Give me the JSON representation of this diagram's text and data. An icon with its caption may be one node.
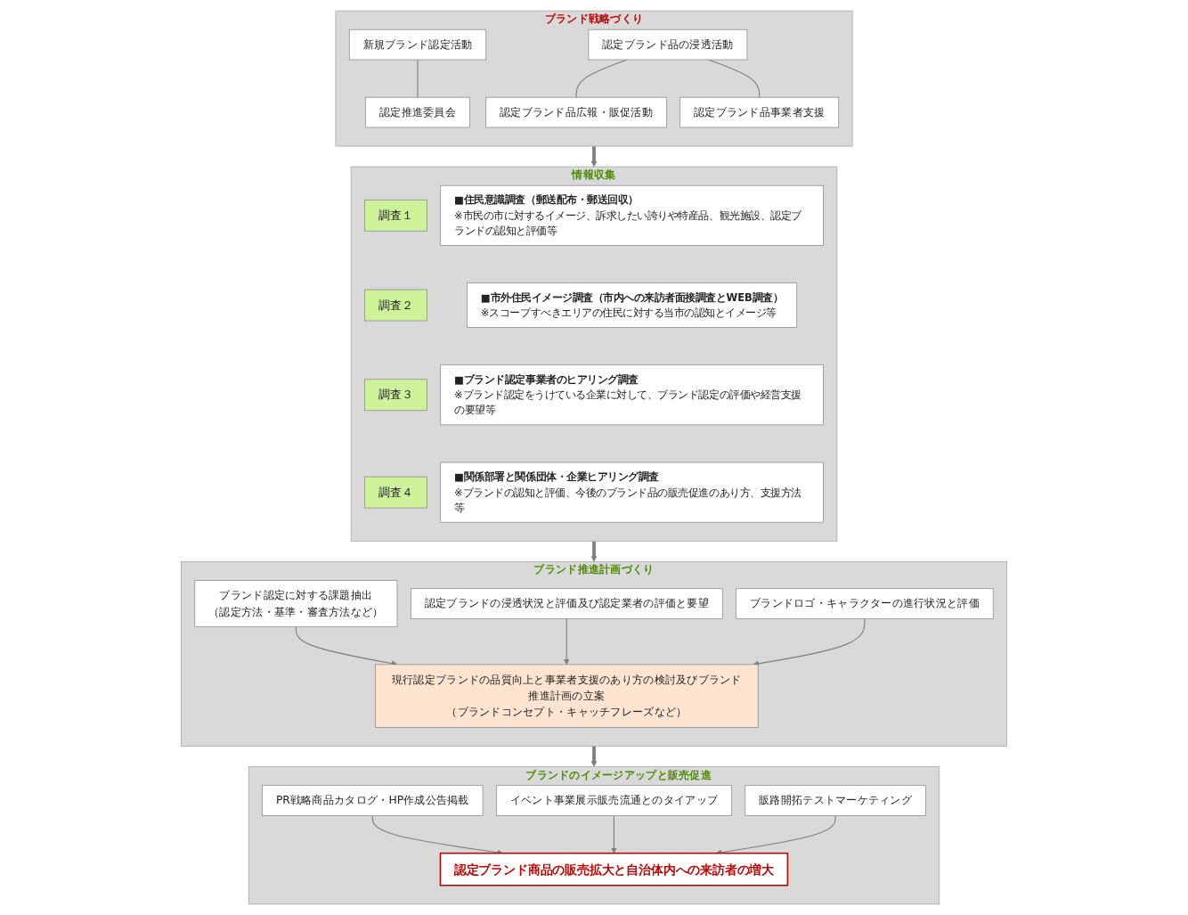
{
  "diagram": {
    "nodes": [
      {
        "text": [
          "ブランド戦略づくり"
        ]
      },
      {
        "text": [
          "新規ブランド認定活動"
        ],
        "in": 0
      },
      {
        "text": [
          "認定推進委員会"
        ],
        "in": 0
      },
      {
        "text": [
          "認定ブランド品の浸透活動"
        ],
        "in": 0
      },
      {
        "text": [
          "認定ブランド品広報・販促活動"
        ],
        "in": 0
      },
      {
        "text": [
          "認定ブランド品事業者支援"
        ],
        "in": 0
      },
      {
        "text": [
          "情報収集"
        ]
      },
      {
        "text": [
          "調査１"
        ],
        "in": 6
      },
      {
        "text": [
          "■住民意識調査（郵送配布・郵送回収）",
          "※市民の市に対するイメージ、訴求したい誇りや特産品、観光施設、認定ブランドの認知と評価等"
        ],
        "in": 6
      },
      {
        "text": [
          "調査２"
        ],
        "in": 6
      },
      {
        "text": [
          "■市外住民イメージ調査（市内への来訪者面接調査とWEB調査）",
          "※スコープすべきエリアの住民に対する当市の認知とイメージ等"
        ],
        "in": 6
      },
      {
        "text": [
          "調査３"
        ],
        "in": 6
      },
      {
        "text": [
          "■ブランド認定事業者のヒアリング調査",
          "※ブランド認定をうけている企業に対して、ブランド認定の評価や経営支援の要望等"
        ],
        "in": 6
      },
      {
        "text": [
          "調査４"
        ],
        "in": 6
      },
      {
        "text": [
          "■関係部署と関係団体・企業ヒアリング調査",
          "※ブランドの認知と評価、今後のブランド品の販売促進のあり方、支援方法等"
        ],
        "in": 6
      },
      {
        "text": [
          "ブランド推進計画づくり"
        ]
      },
      {
        "text": [
          "ブランド認定に対する課題抽出",
          "（認定方法・基準・審査方法など）"
        ],
        "in": 15
      },
      {
        "text": [
          "認定ブランドの浸透状況と評価及び認定業者の評価と要望"
        ],
        "in": 15
      },
      {
        "text": [
          "ブランドロゴ・キャラクターの進行状況と評価"
        ],
        "in": 15
      },
      {
        "text": [
          "現行認定ブランドの品質向上と事業者支援のあり方の検討及びブランド推進計画の立案",
          "（ブランドコンセプト・キャッチフレーズなど）"
        ],
        "in": 15
      },
      {
        "text": [
          "ブランドのイメージアップと販売促進"
        ]
      },
      {
        "text": [
          "PR戦略商品カタログ・HP作成公告掲載"
        ],
        "in": 20
      },
      {
        "text": [
          "イベント事業展示販売流通とのタイアップ"
        ],
        "in": 20
      },
      {
        "text": [
          "販路開拓テストマーケティング"
        ],
        "in": 20
      },
      {
        "text": [
          "認定ブランド商品の販売拡大と自治体内への来訪者の増大"
        ],
        "in": 20
      }
    ],
    "edges": [
      {
        "from": 1,
        "to": 2,
        "arrow": "none"
      },
      {
        "from": 3,
        "to": 4,
        "arrow": "none"
      },
      {
        "from": 3,
        "to": 5,
        "arrow": "none"
      },
      {
        "from": 0,
        "to": 6,
        "arrow": "to",
        "style": "thick"
      },
      {
        "from": 6,
        "to": 15,
        "arrow": "to",
        "style": "thick"
      },
      {
        "from": 16,
        "to": 19,
        "arrow": "to"
      },
      {
        "from": 17,
        "to": 19,
        "arrow": "to"
      },
      {
        "from": 18,
        "to": 19,
        "arrow": "to"
      },
      {
        "from": 15,
        "to": 20,
        "arrow": "to",
        "style": "thick"
      },
      {
        "from": 21,
        "to": 24,
        "arrow": "to"
      },
      {
        "from": 22,
        "to": 24,
        "arrow": "to"
      },
      {
        "from": 23,
        "to": 24,
        "arrow": "to"
      }
    ]
  }
}
